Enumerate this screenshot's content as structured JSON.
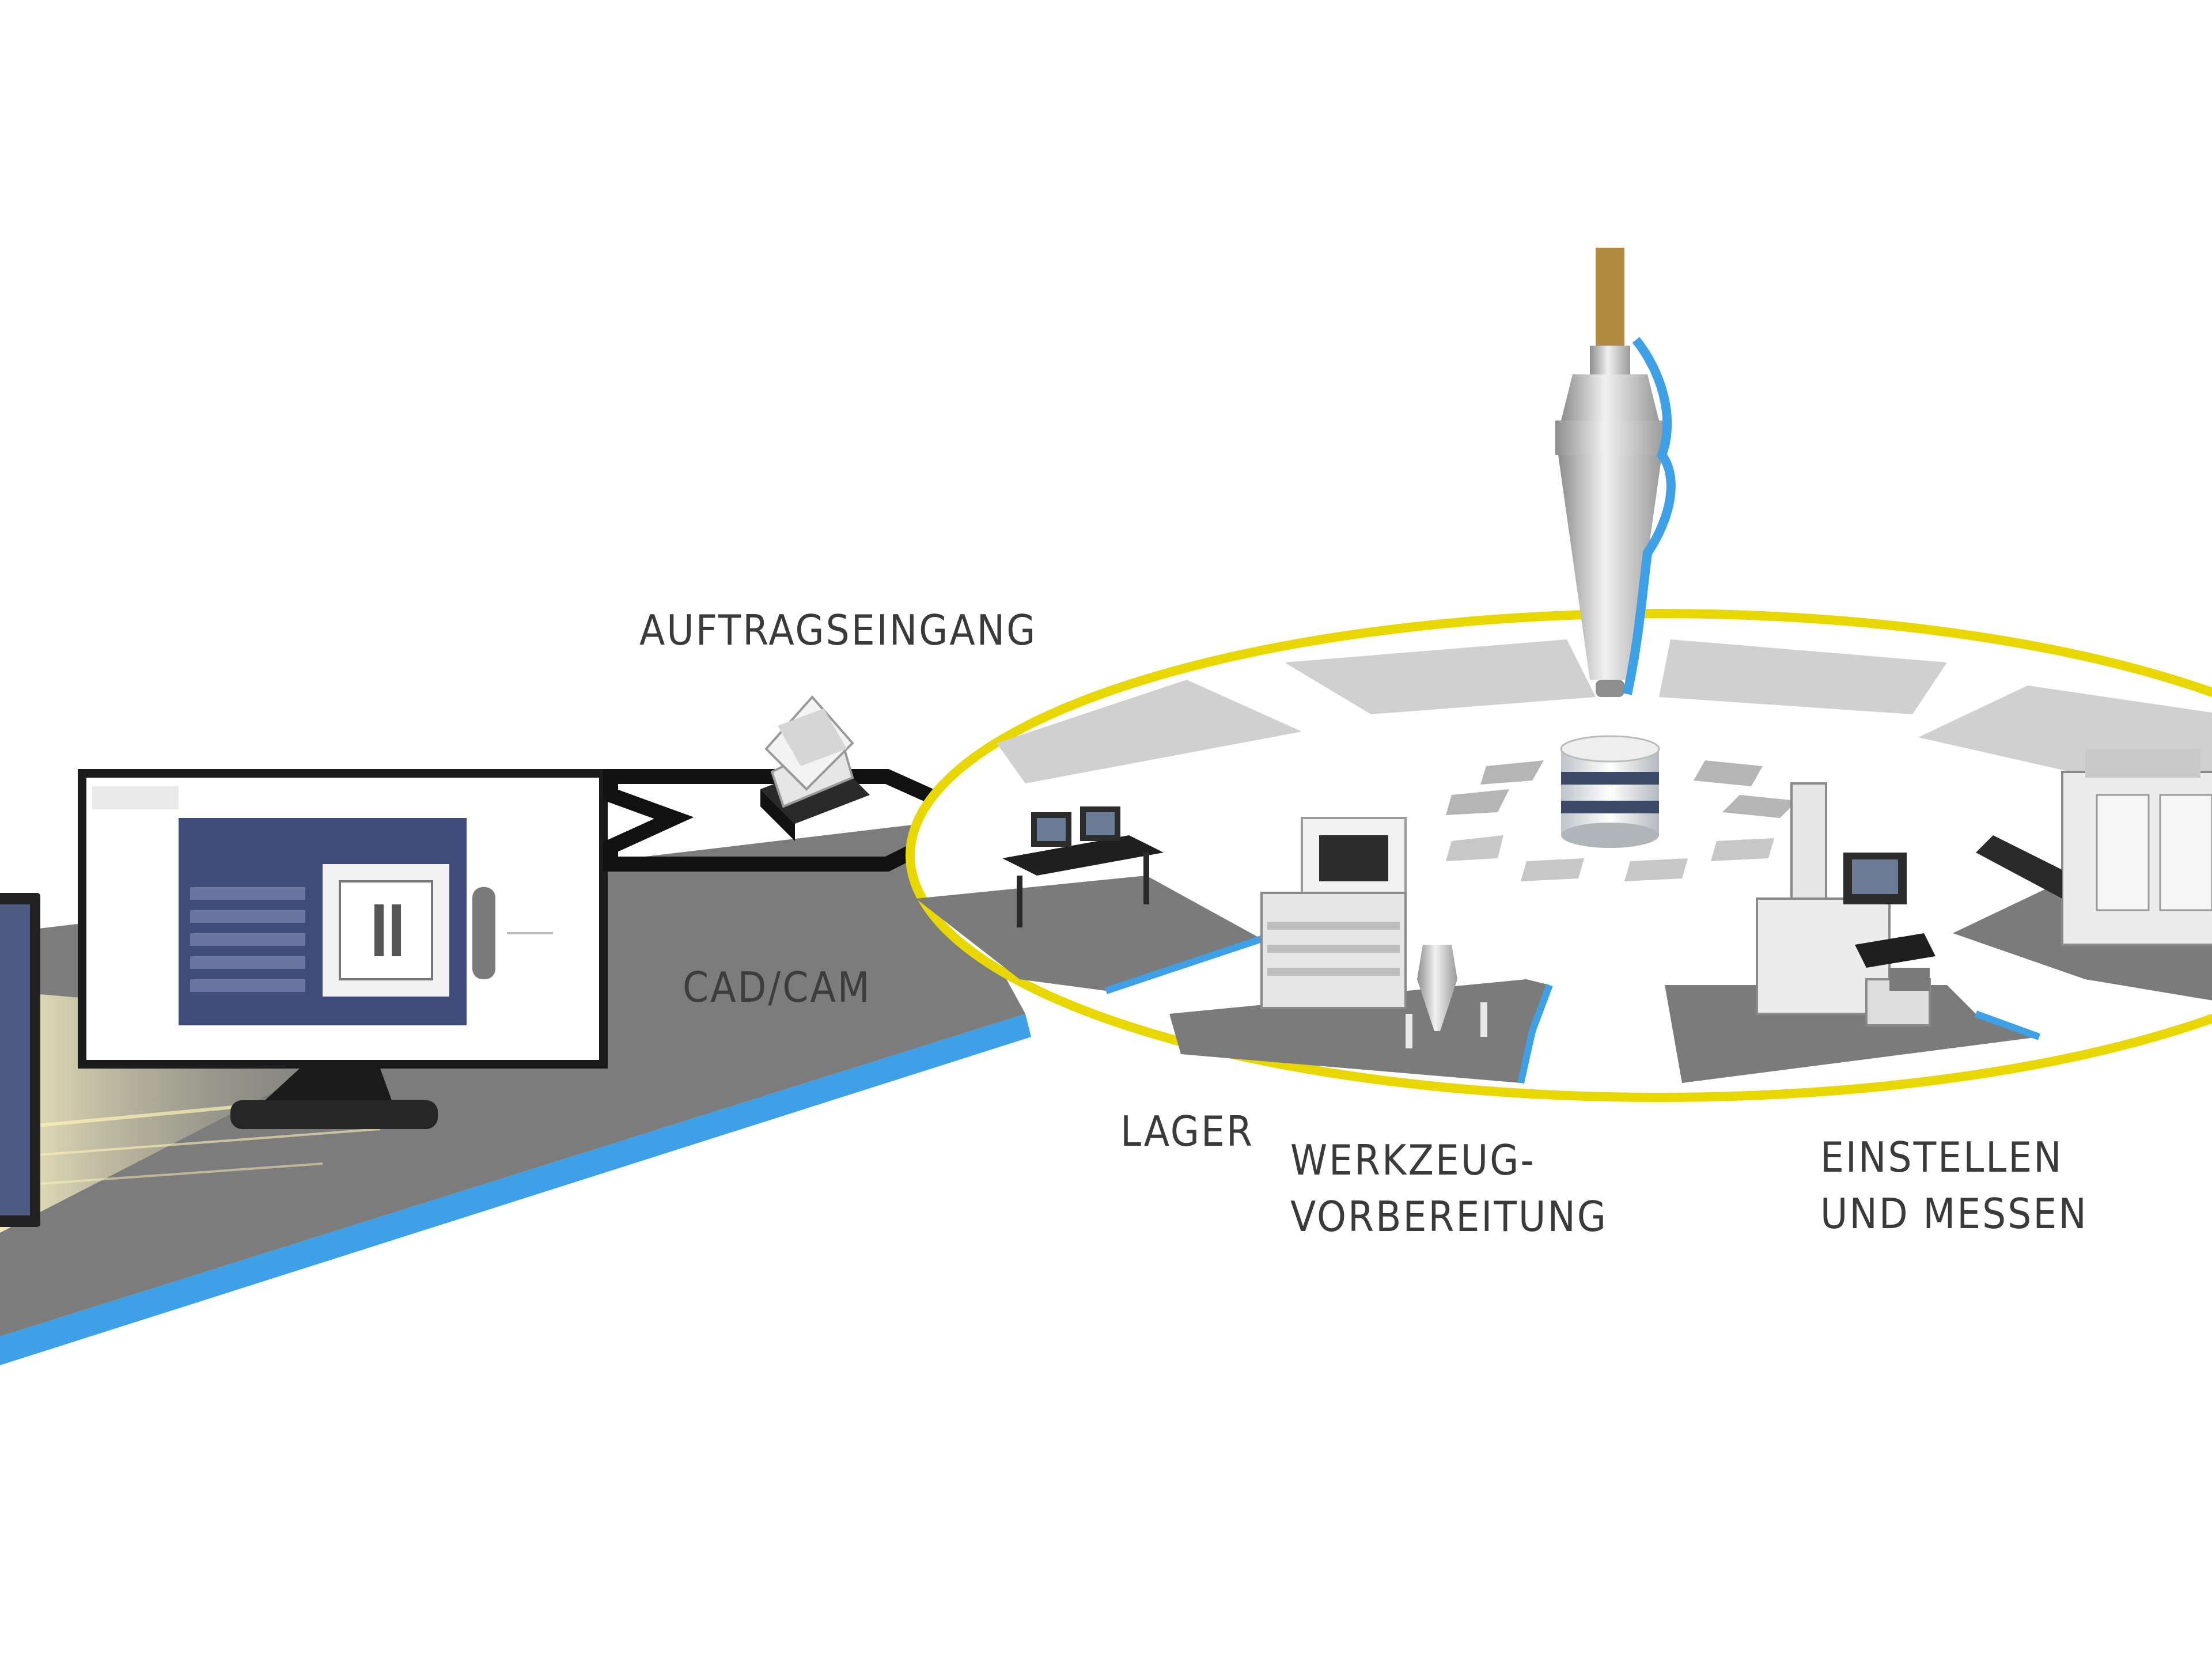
{
  "labels": {
    "auftragseingang": "AUFTRAGSEINGANG",
    "cadcam": "CAD/CAM",
    "lager": "LAGER",
    "werkzeug_1": "WERKZEUG-",
    "werkzeug_2": "VORBEREITUNG",
    "einstellen_1": "EINSTELLEN",
    "einstellen_2": "UND MESSEN"
  },
  "colors": {
    "ring": "#e8d800",
    "accent_blue": "#3ea0e6",
    "floor_gray": "#7a7a7a",
    "sector_gray": "#cfcfcf",
    "text": "#3a3a3a"
  },
  "icons": [
    "monitor-icon",
    "document-tray-icon",
    "arrow-icon",
    "database-icon",
    "tool-holder-icon",
    "workbench-icon",
    "tool-cabinet-icon",
    "presetter-icon",
    "cnc-machine-icon"
  ]
}
